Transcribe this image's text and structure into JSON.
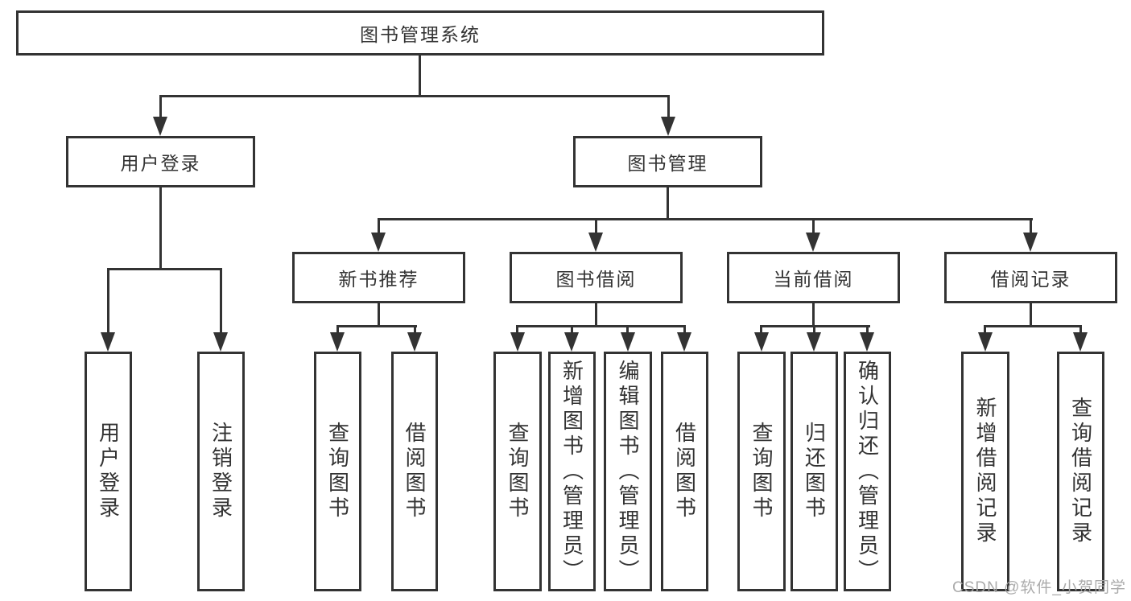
{
  "colors": {
    "line": "#333333",
    "text": "#333333",
    "background": "#ffffff",
    "watermark": "#a6a6a6"
  },
  "watermark": {
    "text": "CSDN @软件_小贺同学"
  },
  "tree": {
    "label": "图书管理系统",
    "children": [
      {
        "label": "用户登录",
        "children": [
          {
            "label": "用户登录"
          },
          {
            "label": "注销登录"
          }
        ]
      },
      {
        "label": "图书管理",
        "children": [
          {
            "label": "新书推荐",
            "children": [
              {
                "label": "查询图书"
              },
              {
                "label": "借阅图书"
              }
            ]
          },
          {
            "label": "图书借阅",
            "children": [
              {
                "label": "查询图书"
              },
              {
                "label": "新增图书（管理员）"
              },
              {
                "label": "编辑图书（管理员）"
              },
              {
                "label": "借阅图书"
              }
            ]
          },
          {
            "label": "当前借阅",
            "children": [
              {
                "label": "查询图书"
              },
              {
                "label": "归还图书"
              },
              {
                "label": "确认归还（管理员）"
              }
            ]
          },
          {
            "label": "借阅记录",
            "children": [
              {
                "label": "新增借阅记录"
              },
              {
                "label": "查询借阅记录"
              }
            ]
          }
        ]
      }
    ]
  }
}
